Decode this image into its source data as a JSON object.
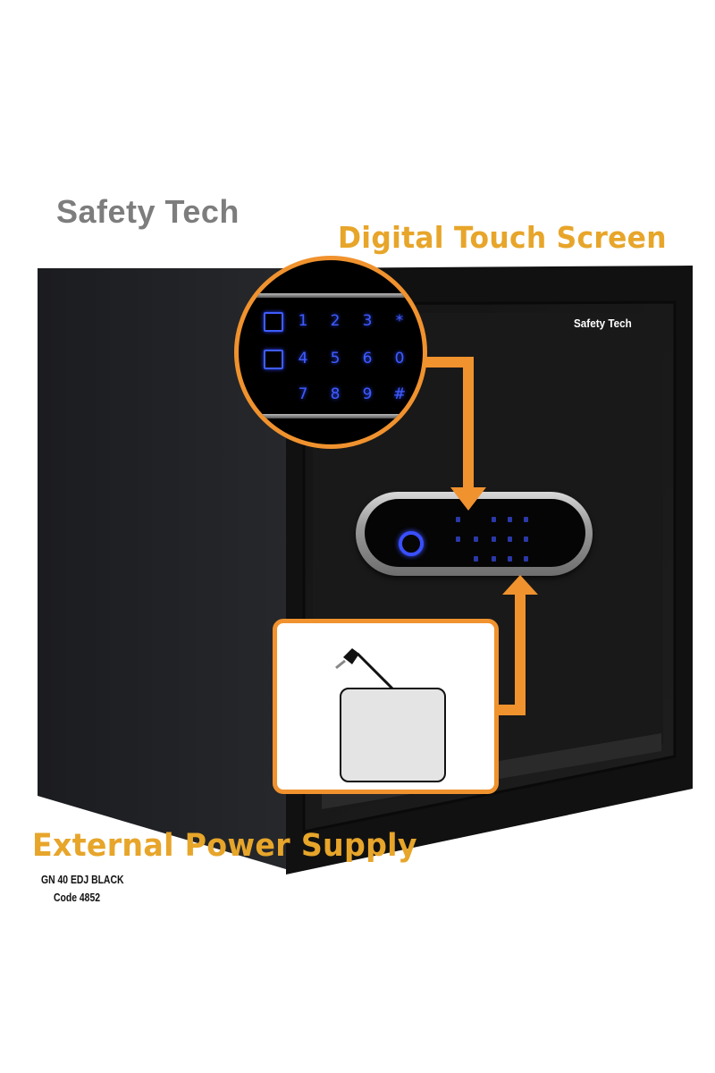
{
  "brand": {
    "heading": "Safety Tech",
    "door_logo": "Safety Tech"
  },
  "callouts": {
    "touch_screen": "Digital Touch Screen",
    "power_supply": "External Power Supply"
  },
  "product": {
    "model_line": "GN 40 EDJ  BLACK",
    "code_line": "Code 4852"
  },
  "keypad": {
    "rows": [
      [
        "right-icon",
        "1",
        "2",
        "3",
        "*"
      ],
      [
        "lock-icon",
        "4",
        "5",
        "6",
        "0"
      ],
      [
        "",
        "7",
        "8",
        "9",
        "#"
      ]
    ]
  },
  "colors": {
    "accent_orange": "#f0922e",
    "heading_gold": "#e7a52a",
    "heading_gray": "#7d7d7d",
    "keypad_blue": "#3f5cff",
    "safe_black": "#161616"
  }
}
